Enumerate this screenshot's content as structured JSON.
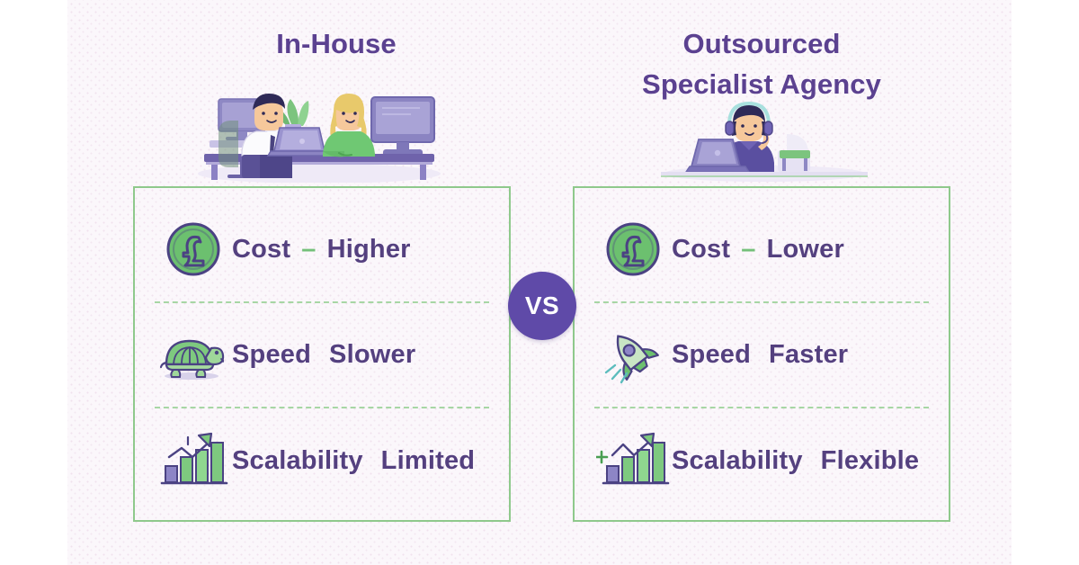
{
  "background": {
    "page_color": "#ffffff",
    "texture_color": "#fbf7fb"
  },
  "colors": {
    "heading_purple": "#5b4190",
    "text_purple": "#54407f",
    "panel_border_green": "#8fc98c",
    "divider_green": "#a7d6a4",
    "accent_green": "#74c07a",
    "vs_badge_purple": "#5f4aa8"
  },
  "columns": {
    "left": {
      "title_lines": [
        "In-House"
      ],
      "illustration": "two-office-workers-at-desk-illustration",
      "rows": [
        {
          "icon": "pound-coin-icon",
          "label": "Cost",
          "separator": "–",
          "value": "Higher"
        },
        {
          "icon": "turtle-icon",
          "label": "Speed",
          "separator": "",
          "value": "Slower"
        },
        {
          "icon": "bar-chart-growth-icon",
          "label": "Scalability",
          "separator": "",
          "value": "Limited"
        }
      ]
    },
    "right": {
      "title_lines": [
        "Outsourced",
        "Specialist Agency"
      ],
      "illustration": "headset-agent-at-laptop-illustration",
      "rows": [
        {
          "icon": "pound-coin-icon",
          "label": "Cost",
          "separator": "–",
          "value": "Lower"
        },
        {
          "icon": "rocket-icon",
          "label": "Speed",
          "separator": "",
          "value": "Faster"
        },
        {
          "icon": "bar-chart-growth-plus-icon",
          "label": "Scalability",
          "separator": "",
          "value": "Flexible"
        }
      ]
    }
  },
  "vs_badge": {
    "label": "VS"
  }
}
